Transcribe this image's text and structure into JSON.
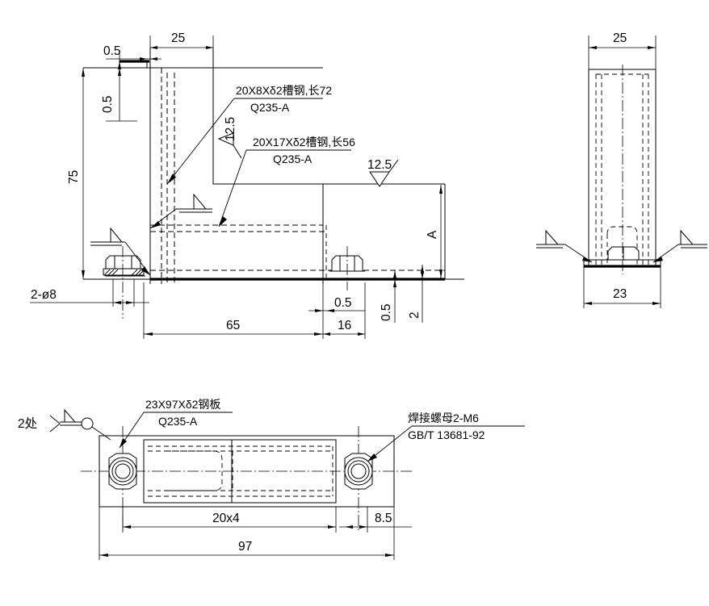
{
  "drawing": {
    "title": "Mechanical part drawing - welded bracket assembly",
    "views": {
      "front": "front-elevation-view",
      "side": "right-side-view",
      "bottom": "bottom-plan-view"
    }
  },
  "front_view": {
    "dimensions": {
      "d_25": "25",
      "d_0p5_top": "0.5",
      "d_0p5_left": "0.5",
      "d_75": "75",
      "d_2_phi8": "2-ø8",
      "d_65": "65",
      "d_16": "16",
      "d_0p5_mid": "0.5",
      "d_0p5_right": "0.5",
      "d_2": "2",
      "d_A": "A"
    },
    "surface_finish": {
      "inner": "12.5",
      "outer": "12.5"
    },
    "notes": [
      {
        "line1": "20X8Xδ2槽钢,长72",
        "line2": "Q235-A"
      },
      {
        "line1": "20X17Xδ2槽钢,长56",
        "line2": "Q235-A"
      }
    ]
  },
  "side_view": {
    "dimensions": {
      "d_25": "25",
      "d_23": "23"
    }
  },
  "bottom_view": {
    "dimensions": {
      "d_20x4": "20x4",
      "d_8p5": "8.5",
      "d_97": "97"
    },
    "weld_count_label": "2处",
    "notes": [
      {
        "line1": "23X97Xδ2钢板",
        "line2": "Q235-A"
      },
      {
        "line1": "焊接螺母2-M6",
        "line2": "GB/T 13681-92"
      }
    ]
  },
  "colors": {
    "line": "#000000",
    "background": "#ffffff"
  }
}
